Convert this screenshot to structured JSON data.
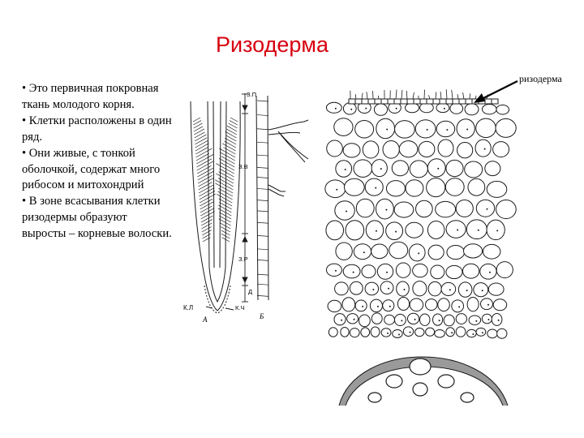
{
  "slide": {
    "title": "Ризодерма",
    "bullets": [
      "• Это первичная покровная ткань молодого корня.",
      "• Клетки расположены в один ряд.",
      "• Они живые, с тонкой оболочкой, содержат много рибосом и митохондрий",
      "• В зоне всасывания клетки ризодермы образуют выросты – корневые волоски."
    ]
  },
  "figure_left": {
    "zone_labels": [
      "З.П",
      "З.В",
      "З.Р",
      "Д",
      "К.Ч",
      "К.Л",
      "А",
      "Б"
    ]
  },
  "figure_right": {
    "arrow_label": "ризодерма"
  },
  "colors": {
    "title": "#d8000f",
    "ink": "#1a1a1a"
  }
}
